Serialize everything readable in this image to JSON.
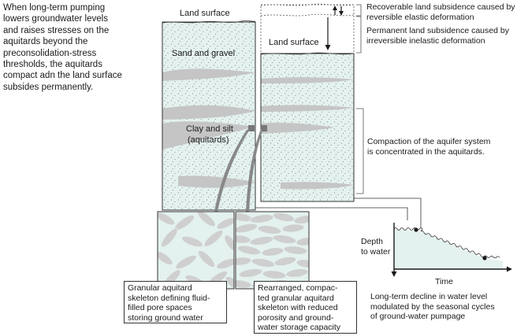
{
  "intro": {
    "lines": [
      "When long-term pumping",
      "lowers groundwater levels",
      "and raises stresses on the",
      "aquitards beyond the",
      "preconsolidation-stress",
      "thresholds, the aquitards",
      "compact adn the land surface",
      "subsides permanently."
    ]
  },
  "left_column": {
    "land_surface": "Land surface",
    "sand_gravel": "Sand and gravel",
    "clay_silt": [
      "Clay and silt",
      "(aquitards)"
    ]
  },
  "right_column": {
    "land_surface": "Land surface"
  },
  "annotations": {
    "recoverable": [
      "Recoverable land subsidence caused by",
      "reversible elastic deformation"
    ],
    "permanent": [
      "Permanent land subsidence caused by",
      "irreversible inelastic deformation"
    ],
    "compaction": [
      "Compaction of the aquifer system",
      "is concentrated in the aquitards."
    ]
  },
  "skeletons": {
    "granular": [
      "Granular aquitard",
      "skeleton defining fluid-",
      "filled pore spaces",
      "storing ground water"
    ],
    "rearranged": [
      "Rearranged, compac-",
      "ted granular aquitard",
      "skeleton with reduced",
      "porosity and ground-",
      "water storage capacity"
    ]
  },
  "graph": {
    "y_label": [
      "Depth",
      "to water"
    ],
    "x_label": "Time",
    "caption": [
      "Long-term decline in water level",
      "modulated by the seasonal cycles",
      "of ground-water pumpage"
    ]
  },
  "colors": {
    "aquifer_fill": "#e3f1ef",
    "clay_lens": "#c5c5c5",
    "outline": "#333333"
  }
}
